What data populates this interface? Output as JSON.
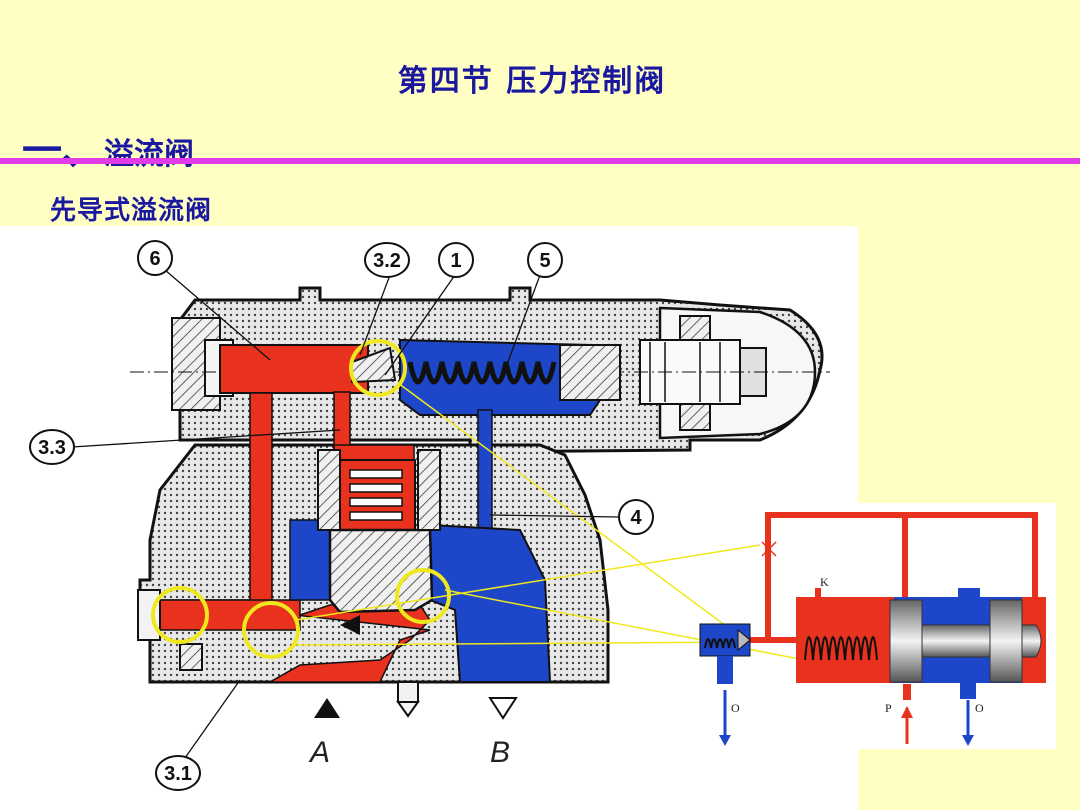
{
  "title": "第四节  压力控制阀",
  "section": {
    "number": "一、",
    "label": "溢流阀"
  },
  "subtitle": "先导式溢流阀",
  "diagram": {
    "callouts": [
      "6",
      "3.2",
      "1",
      "5",
      "3.3",
      "4",
      "3.1"
    ],
    "ports": [
      "A",
      "B"
    ],
    "symbol_labels": {
      "k": "K",
      "p": "P",
      "o_left": "O",
      "o_right": "O"
    },
    "colors": {
      "pressure": "#e8321e",
      "tank": "#1e46c8",
      "highlight": "#f0e81e"
    }
  }
}
